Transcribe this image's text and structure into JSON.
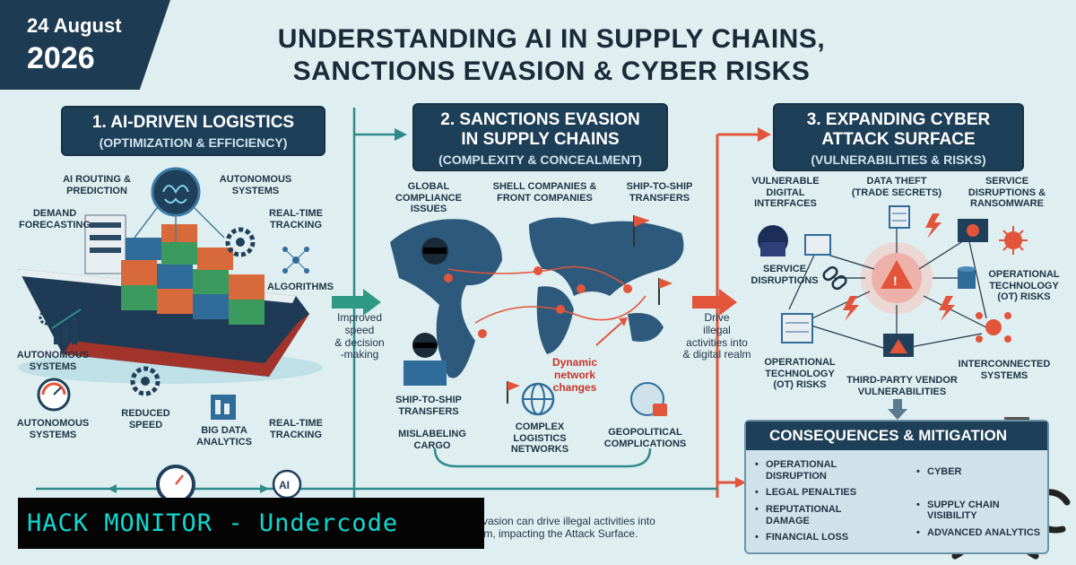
{
  "date": {
    "day": "24 August",
    "year": "2026"
  },
  "title": {
    "line1": "UNDERSTANDING AI IN SUPPLY CHAINS,",
    "line2": "SANCTIONS EVASION & CYBER RISKS"
  },
  "sections": [
    {
      "heading": "1. AI-DRIVEN LOGISTICS",
      "sub": "(OPTIMIZATION & EFFICIENCY)"
    },
    {
      "heading_line1": "2. SANCTIONS EVASION",
      "heading_line2": "IN SUPPLY CHAINS",
      "sub": "(COMPLEXITY & CONCEALMENT)"
    },
    {
      "heading_line1": "3. EXPANDING CYBER",
      "heading_line2": "ATTACK SURFACE",
      "sub": "(VULNERABILITIES & RISKS)"
    }
  ],
  "logistics_labels": {
    "ai_routing_1": "AI ROUTING &",
    "ai_routing_2": "PREDICTION",
    "autonomous_top_1": "AUTONOMOUS",
    "autonomous_top_2": "SYSTEMS",
    "demand_1": "DEMAND",
    "demand_2": "FORECASTING",
    "realtime_top_1": "REAL-TIME",
    "realtime_top_2": "TRACKING",
    "algorithms": "ALGORITHMS",
    "autonomous_mid_1": "AUTONOMOUS",
    "autonomous_mid_2": "SYSTEMS",
    "reduced_1": "REDUCED",
    "reduced_2": "SPEED",
    "autonomous_low_1": "AUTONOMOUS",
    "autonomous_low_2": "SYSTEMS",
    "bigdata_1": "BIG DATA",
    "bigdata_2": "ANALYTICS",
    "realtime_low_1": "REAL-TIME",
    "realtime_low_2": "TRACKING"
  },
  "arrow_text_1": {
    "l1": "Improved",
    "l2": "speed",
    "l3": "& decision",
    "l4": "-making"
  },
  "sanctions_labels": {
    "global_1": "GLOBAL",
    "global_2": "COMPLIANCE",
    "global_3": "ISSUES",
    "shell_1": "SHELL COMPANIES &",
    "shell_2": "FRONT COMPANIES",
    "sts_top_1": "SHIP-TO-SHIP",
    "sts_top_2": "TRANSFERS",
    "dynamic_1": "Dynamic",
    "dynamic_2": "network",
    "dynamic_3": "changes",
    "sts_low_1": "SHIP-TO-SHIP",
    "sts_low_2": "TRANSFERS",
    "mislabel_1": "MISLABELING",
    "mislabel_2": "CARGO",
    "complex_1": "COMPLEX",
    "complex_2": "LOGISTICS",
    "complex_3": "NETWORKS",
    "geo_1": "GEOPOLITICAL",
    "geo_2": "COMPLICATIONS"
  },
  "arrow_text_2": {
    "l1": "Drive",
    "l2": "illegal",
    "l3": "activities into",
    "l4": "& digital realm"
  },
  "cyber_labels": {
    "vuln_1": "VULNERABLE",
    "vuln_2": "DIGITAL",
    "vuln_3": "INTERFACES",
    "theft_1": "DATA THEFT",
    "theft_2": "(TRADE SECRETS)",
    "service_top_1": "SERVICE",
    "service_top_2": "DISRUPTIONS &",
    "service_top_3": "RANSOMWARE",
    "service_left_1": "SERVICE",
    "service_left_2": "DISRUPTIONS",
    "ot_right_1": "OPERATIONAL",
    "ot_right_2": "TECHNOLOGY",
    "ot_right_3": "(OT) RISKS",
    "ot_left_1": "OPERATIONAL",
    "ot_left_2": "TECHNOLOGY",
    "ot_left_3": "(OT) RISKS",
    "vendor_1": "THIRD-PARTY VENDOR",
    "vendor_2": "VULNERABILITIES",
    "interconnected_1": "INTERCONNECTED",
    "interconnected_2": "SYSTEMS"
  },
  "consequences": {
    "heading": "CONSEQUENCES & MITIGATION",
    "left": [
      {
        "l1": "OPERATIONAL",
        "l2": "DISRUPTION"
      },
      {
        "l1": "LEGAL PENALTIES",
        "l2": ""
      },
      {
        "l1": "REPUTATIONAL",
        "l2": "DAMAGE"
      },
      {
        "l1": "FINANCIAL LOSS",
        "l2": ""
      }
    ],
    "right": [
      {
        "l1": "CYBER",
        "l2": ""
      },
      {
        "l1": "SUPPLY CHAIN",
        "l2": "VISIBILITY"
      },
      {
        "l1": "ADVANCED ANALYTICS",
        "l2": ""
      }
    ]
  },
  "bottom_note": {
    "l1": "Evasion can drive illegal activities into",
    "l2": "alm, impacting the Attack Surface."
  },
  "banner": {
    "text": "HACK MONITOR - Undercode"
  },
  "colors": {
    "navy": "#1e3f58",
    "teal_arrow": "#2f8a8c",
    "red_arrow": "#e2553b",
    "banner_text": "#13d6d0"
  }
}
